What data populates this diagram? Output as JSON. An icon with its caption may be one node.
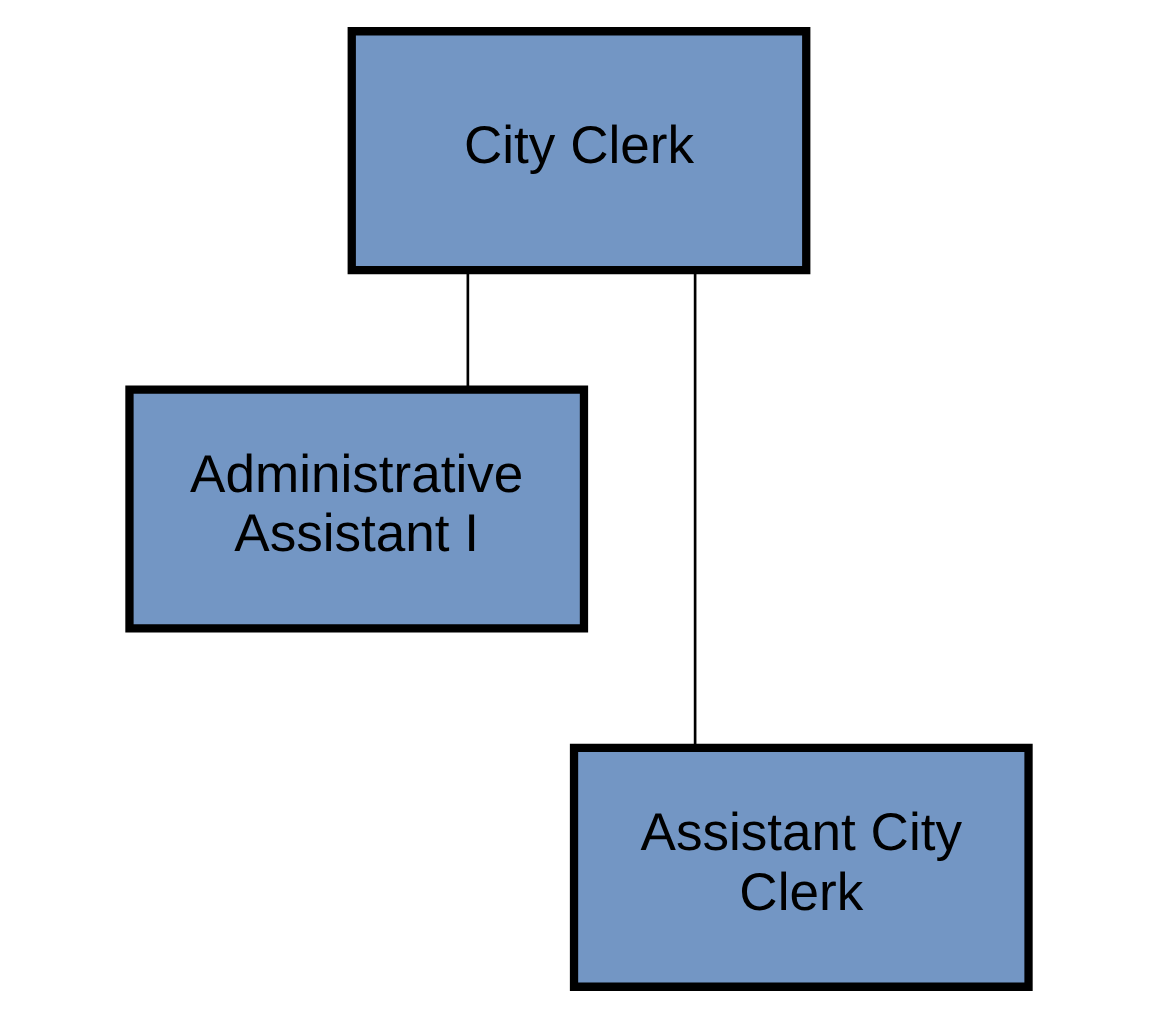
{
  "diagram": {
    "nodes": [
      {
        "text": [
          "City Clerk"
        ]
      },
      {
        "text": [
          "Administrative Assistant I"
        ]
      },
      {
        "text": [
          "Assistant City Clerk"
        ]
      }
    ],
    "edges": [
      {
        "from": 0,
        "to": 1,
        "arrow": "none"
      },
      {
        "from": 0,
        "to": 2,
        "arrow": "none"
      }
    ]
  }
}
